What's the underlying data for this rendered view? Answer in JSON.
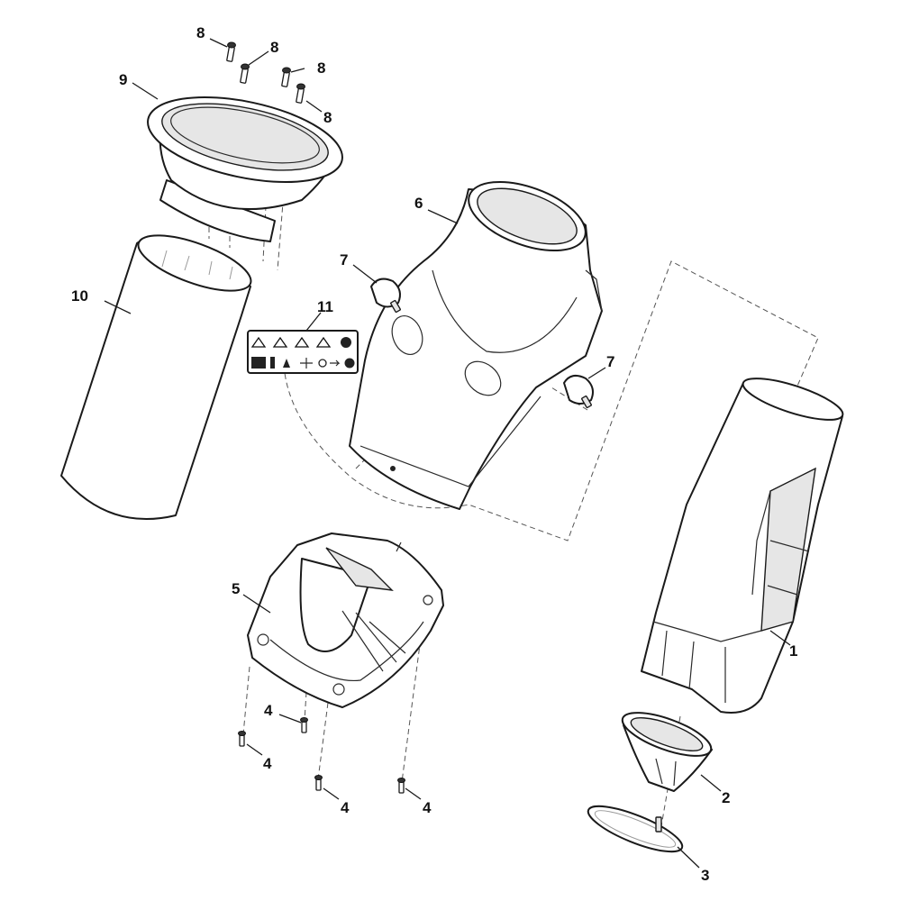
{
  "callouts": [
    {
      "id": "c1",
      "label": "1"
    },
    {
      "id": "c2",
      "label": "2"
    },
    {
      "id": "c3",
      "label": "3"
    },
    {
      "id": "c4a",
      "label": "4"
    },
    {
      "id": "c4b",
      "label": "4"
    },
    {
      "id": "c4c",
      "label": "4"
    },
    {
      "id": "c4d",
      "label": "4"
    },
    {
      "id": "c5",
      "label": "5"
    },
    {
      "id": "c6",
      "label": "6"
    },
    {
      "id": "c7a",
      "label": "7"
    },
    {
      "id": "c7b",
      "label": "7"
    },
    {
      "id": "c8a",
      "label": "8"
    },
    {
      "id": "c8b",
      "label": "8"
    },
    {
      "id": "c8c",
      "label": "8"
    },
    {
      "id": "c8d",
      "label": "8"
    },
    {
      "id": "c9",
      "label": "9"
    },
    {
      "id": "c10",
      "label": "10"
    },
    {
      "id": "c11",
      "label": "11"
    }
  ]
}
